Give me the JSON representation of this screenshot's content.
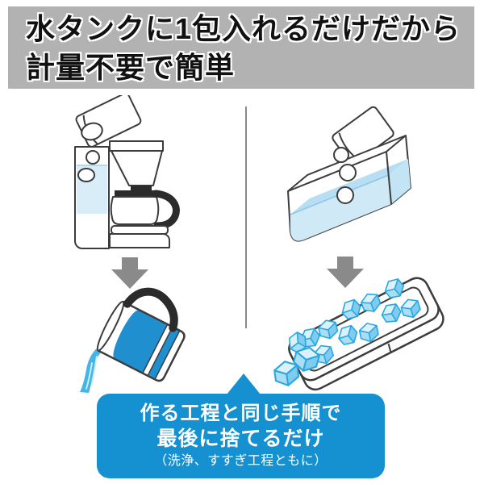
{
  "header": {
    "line1": "水タンクに1包入れるだけだから",
    "line2": "計量不要で簡単",
    "bg_color": "#b2b2b2",
    "text_color": "#111111"
  },
  "callout": {
    "line1": "作る工程と同じ手順で",
    "line2": "最後に捨てるだけ",
    "line3": "（洗浄、すすぎ工程ともに）",
    "bg_color": "#1590d0",
    "text_color": "#ffffff"
  },
  "illustrations": {
    "left_top": "cleaner-packet-poured-into-coffee-maker-water-tank",
    "left_bottom": "carafe-pouring-cleaning-water-out",
    "right_top": "cleaner-packet-dropped-into-water-tank",
    "right_bottom": "ice-cube-tray-emptying-cubes",
    "between_steps_icon": "down-arrow-icon"
  },
  "colors": {
    "arrow_gray": "#8a8a8a",
    "divider_gray": "#8a8a8a",
    "outline": "#3c3c3c",
    "tank_water_pale": "#d9edf8",
    "tank_water_light": "#cfe9f6",
    "tank_water_surface": "#b7def2",
    "carafe_water_deep": "#1f8fd0",
    "pour_stream": "#45b4e6",
    "ice_top": "#dbf1fb",
    "ice_face": "#a9def5",
    "ice_side": "#7fccee",
    "ice_stroke": "#2aa7e0"
  }
}
